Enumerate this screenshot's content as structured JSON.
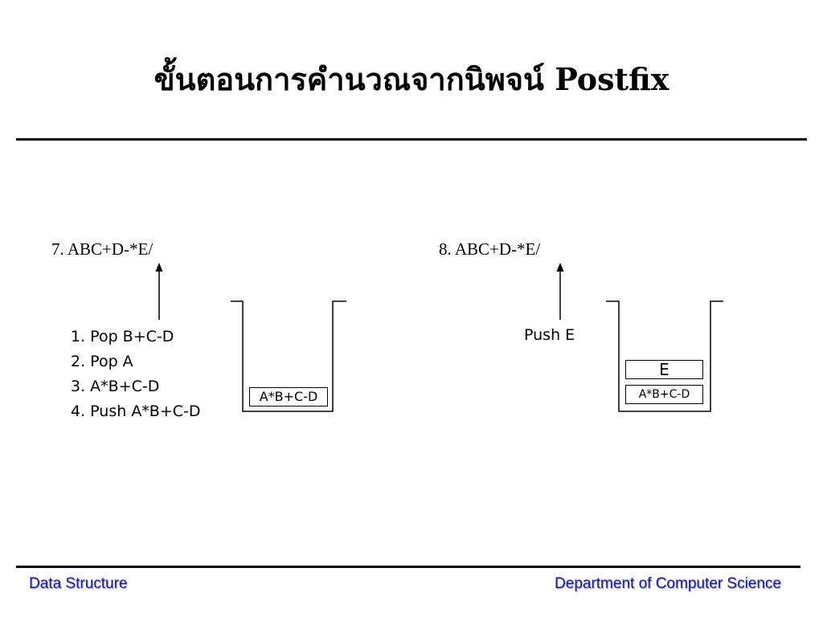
{
  "slide": {
    "title": "ขั้นตอนการคำนวณจากนิพจน์ Postfix"
  },
  "step7": {
    "expression": "7.  ABC+D-*E/",
    "actions": [
      "1. Pop B+C-D",
      "2. Pop A",
      "3. A*B+C-D",
      "4. Push A*B+C-D"
    ],
    "stack": [
      "A*B+C-D"
    ]
  },
  "step8": {
    "expression": "8.  ABC+D-*E/",
    "action": "Push E",
    "stack_top": "E",
    "stack_bottom": "A*B+C-D"
  },
  "footer": {
    "left": "Data Structure",
    "right": "Department of Computer Science",
    "color": "#1a1aa0"
  }
}
